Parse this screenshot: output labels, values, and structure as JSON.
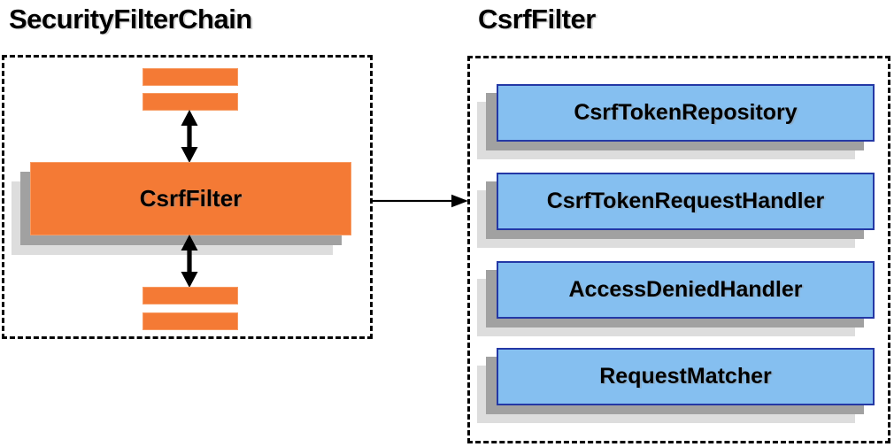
{
  "diagram": {
    "left": {
      "title": "SecurityFilterChain",
      "filter_label": "CsrfFilter"
    },
    "right": {
      "title": "CsrfFilter",
      "components": [
        {
          "label": "CsrfTokenRepository"
        },
        {
          "label": "CsrfTokenRequestHandler"
        },
        {
          "label": "AccessDeniedHandler"
        },
        {
          "label": "RequestMatcher"
        }
      ]
    },
    "colors": {
      "orange": "#F47A35",
      "orange_border": "#F79B63",
      "blue_fill": "#85BFF0",
      "blue_border": "#2438A5",
      "shadow_dark": "#A1A1A1",
      "shadow_light": "#DDDDDD",
      "line": "#000000"
    }
  }
}
